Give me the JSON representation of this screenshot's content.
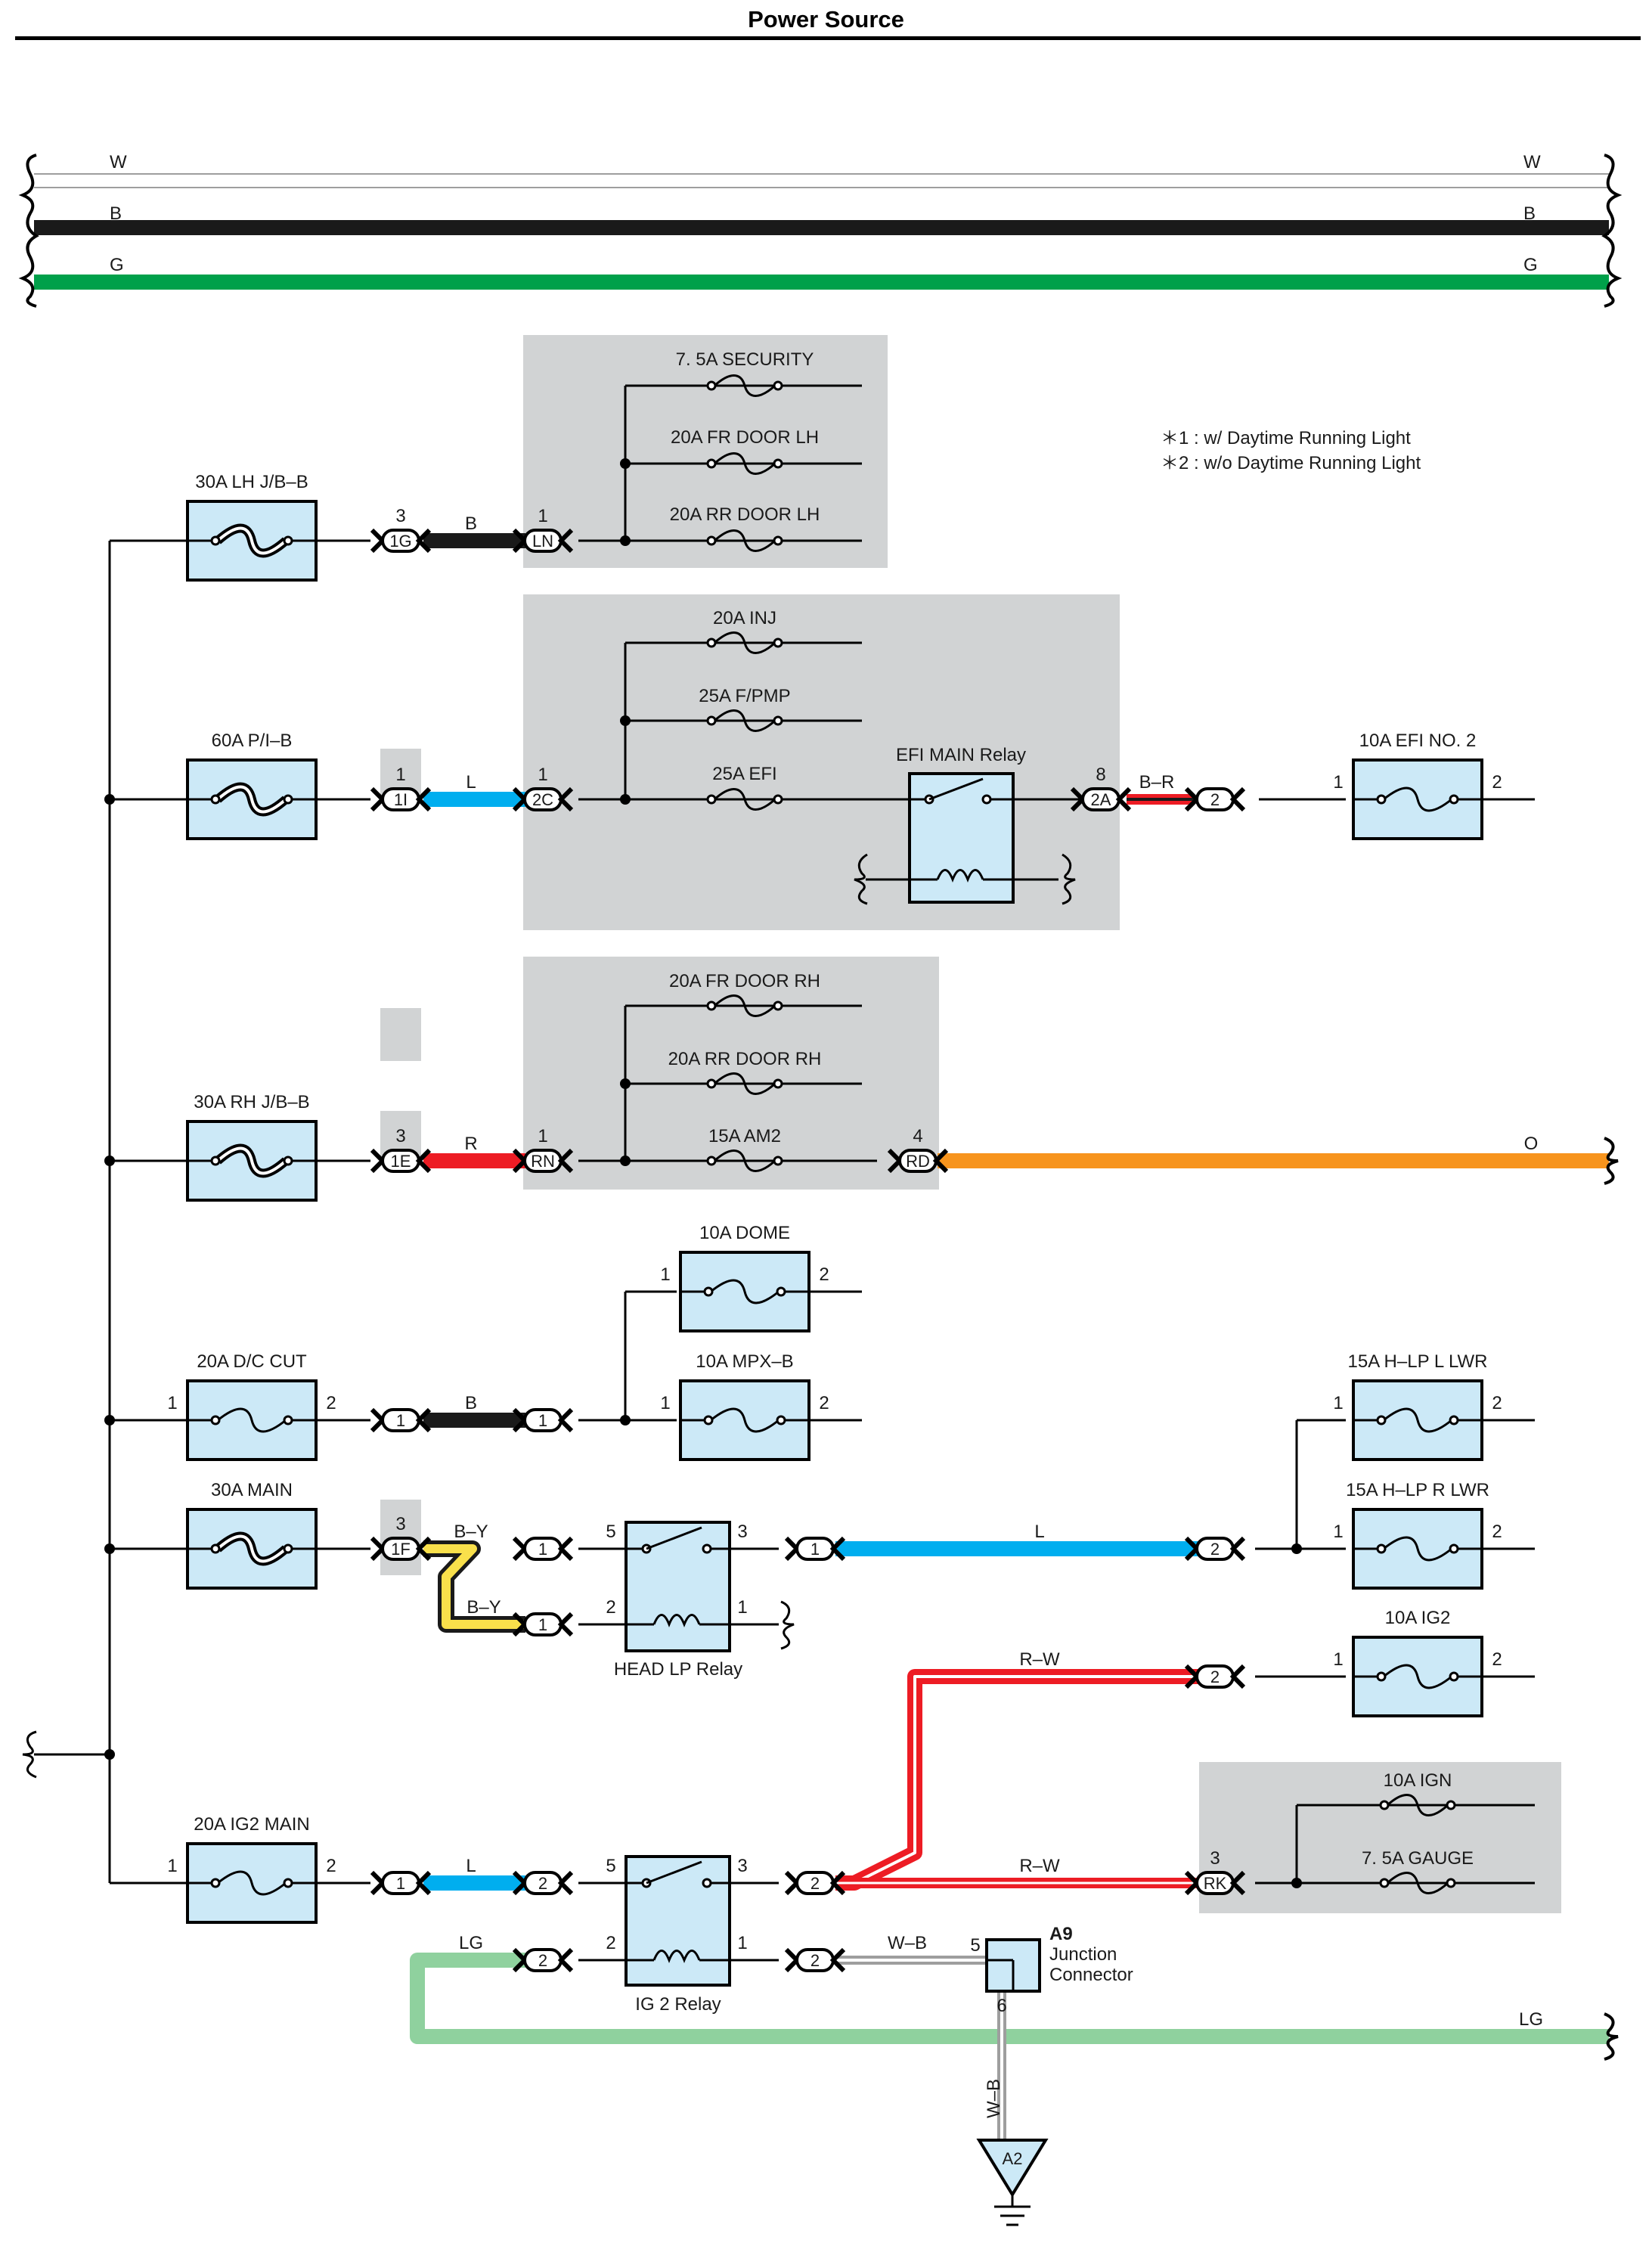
{
  "header": {
    "title": "Power Source"
  },
  "notes": [
    "＊1 : w/ Daytime Running Light",
    "＊2 : w/o Daytime Running Light"
  ],
  "colors": {
    "wire_b": "#1a1a1a",
    "wire_g": "#00a04a",
    "wire_l": "#00aeef",
    "wire_r": "#ed1c24",
    "wire_o": "#f7941d",
    "wire_y": "#f9e04b",
    "wire_lg": "#8fd19e",
    "wire_w": "#c8c8c8",
    "fuse_fill": "#cce9f7",
    "block_grey": "#d1d3d4"
  },
  "bus": [
    {
      "label": "W",
      "color": "#c8c8c8"
    },
    {
      "label": "B",
      "color": "#1a1a1a"
    },
    {
      "label": "G",
      "color": "#00a04a"
    }
  ],
  "fuses": [
    {
      "id": "f1",
      "label": "30A LH J/B–B",
      "kind": "fusible"
    },
    {
      "id": "f2",
      "label": "60A P/I–B",
      "kind": "fusible"
    },
    {
      "id": "f3",
      "label": "30A RH J/B–B",
      "kind": "fusible"
    },
    {
      "id": "f4",
      "label": "20A D/C CUT",
      "kind": "fuse",
      "p1": "1",
      "p2": "2"
    },
    {
      "id": "f5",
      "label": "30A MAIN",
      "kind": "fusible"
    },
    {
      "id": "f6",
      "label": "20A IG2 MAIN",
      "kind": "fuse",
      "p1": "1",
      "p2": "2"
    },
    {
      "id": "f7",
      "label": "10A EFI NO. 2",
      "kind": "fuse",
      "p1": "1",
      "p2": "2"
    },
    {
      "id": "f8",
      "label": "10A DOME",
      "kind": "fuse",
      "p1": "1",
      "p2": "2"
    },
    {
      "id": "f9",
      "label": "10A MPX–B",
      "kind": "fuse",
      "p1": "1",
      "p2": "2"
    },
    {
      "id": "f10",
      "label": "15A H–LP L LWR",
      "kind": "fuse",
      "p1": "1",
      "p2": "2"
    },
    {
      "id": "f11",
      "label": "15A H–LP R LWR",
      "kind": "fuse",
      "p1": "1",
      "p2": "2"
    },
    {
      "id": "f12",
      "label": "10A IG2",
      "kind": "fuse",
      "p1": "1",
      "p2": "2"
    }
  ],
  "inline_fuses": [
    {
      "id": "s1",
      "label": "7. 5A SECURITY"
    },
    {
      "id": "s2",
      "label": "20A FR DOOR LH"
    },
    {
      "id": "s3",
      "label": "20A RR DOOR LH"
    },
    {
      "id": "s4",
      "label": "20A INJ"
    },
    {
      "id": "s5",
      "label": "25A F/PMP"
    },
    {
      "id": "s6",
      "label": "25A EFI"
    },
    {
      "id": "s7",
      "label": "20A FR DOOR RH"
    },
    {
      "id": "s8",
      "label": "20A RR DOOR RH"
    },
    {
      "id": "s9",
      "label": "15A AM2"
    },
    {
      "id": "s10",
      "label": "10A IGN"
    },
    {
      "id": "s11",
      "label": "7. 5A GAUGE"
    }
  ],
  "connectors": [
    {
      "id": "c1",
      "code": "1G",
      "pin": "3"
    },
    {
      "id": "c2",
      "code": "LN",
      "pin": "1"
    },
    {
      "id": "c3",
      "code": "1I",
      "pin": "1"
    },
    {
      "id": "c4",
      "code": "2C",
      "pin": "1"
    },
    {
      "id": "c5",
      "code": "2A",
      "pin": "8"
    },
    {
      "id": "c6",
      "code": "2",
      "pin": ""
    },
    {
      "id": "c7",
      "code": "1E",
      "pin": "3"
    },
    {
      "id": "c8",
      "code": "RN",
      "pin": "1"
    },
    {
      "id": "c9",
      "code": "RD",
      "pin": "4"
    },
    {
      "id": "c10",
      "code": "1",
      "pin": ""
    },
    {
      "id": "c11",
      "code": "1",
      "pin": ""
    },
    {
      "id": "c12",
      "code": "1F",
      "pin": "3"
    },
    {
      "id": "c13",
      "code": "1",
      "pin": ""
    },
    {
      "id": "c14",
      "code": "1",
      "pin": ""
    },
    {
      "id": "c15",
      "code": "1",
      "pin": ""
    },
    {
      "id": "c16",
      "code": "2",
      "pin": ""
    },
    {
      "id": "c17",
      "code": "2",
      "pin": ""
    },
    {
      "id": "c18",
      "code": "1",
      "pin": ""
    },
    {
      "id": "c19",
      "code": "2",
      "pin": ""
    },
    {
      "id": "c20",
      "code": "2",
      "pin": ""
    },
    {
      "id": "c21",
      "code": "RK",
      "pin": "3"
    },
    {
      "id": "c22",
      "code": "2",
      "pin": ""
    },
    {
      "id": "c23",
      "code": "2",
      "pin": ""
    }
  ],
  "wire_labels": {
    "b1": "B",
    "l1": "L",
    "br": "B–R",
    "r1": "R",
    "o1": "O",
    "b2": "B",
    "by1": "B–Y",
    "by2": "B–Y",
    "l2": "L",
    "rw1": "R–W",
    "l3": "L",
    "rw2": "R–W",
    "lg1": "LG",
    "wb1": "W–B",
    "lg2": "LG",
    "wb2": "W–B"
  },
  "relays": {
    "efi": {
      "label": "EFI MAIN Relay"
    },
    "head": {
      "label": "HEAD LP Relay",
      "p5": "5",
      "p3": "3",
      "p2": "2",
      "p1": "1"
    },
    "ig2": {
      "label": "IG 2 Relay",
      "p5": "5",
      "p3": "3",
      "p2": "2",
      "p1": "1"
    }
  },
  "junction": {
    "code": "A9",
    "name": "Junction",
    "name2": "Connector",
    "pin_in": "5",
    "pin_out": "6"
  },
  "ground": {
    "code": "A2"
  }
}
